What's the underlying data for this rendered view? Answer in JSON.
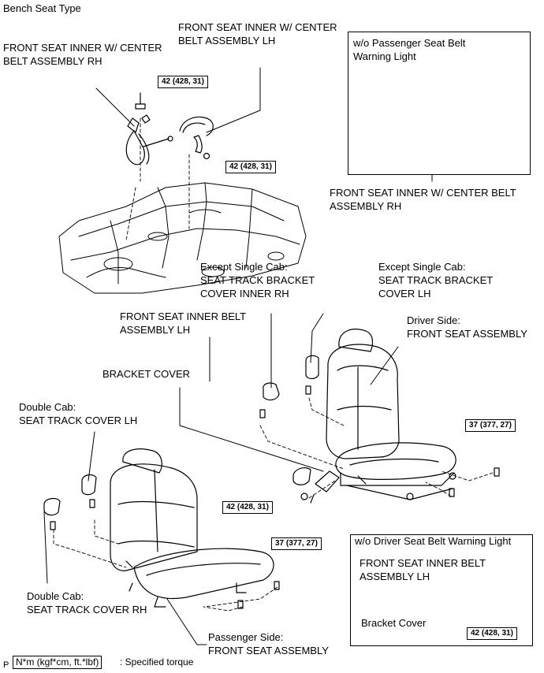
{
  "title": "Bench Seat Type",
  "labels": {
    "inner_center_rh": [
      "FRONT SEAT INNER W/ CENTER",
      "BELT ASSEMBLY RH"
    ],
    "inner_center_lh": [
      "FRONT SEAT INNER W/ CENTER",
      "BELT ASSEMBLY LH"
    ],
    "inset1_title": [
      "w/o Passenger Seat Belt",
      "Warning Light"
    ],
    "inset1_part": [
      "FRONT SEAT INNER W/ CENTER BELT",
      "ASSEMBLY RH"
    ],
    "track_cover_inner_rh": [
      "Except Single Cab:",
      "SEAT TRACK BRACKET",
      "COVER INNER RH"
    ],
    "track_cover_lh": [
      "Except Single Cab:",
      "SEAT TRACK BRACKET",
      "COVER LH"
    ],
    "inner_belt_lh": [
      "FRONT SEAT INNER BELT",
      "ASSEMBLY LH"
    ],
    "driver_seat": [
      "Driver Side:",
      "FRONT SEAT ASSEMBLY"
    ],
    "bracket_cover": "BRACKET COVER",
    "seat_track_cover_lh": [
      "Double Cab:",
      "SEAT TRACK COVER LH"
    ],
    "seat_track_cover_rh": [
      "Double  Cab:",
      "SEAT TRACK COVER RH"
    ],
    "passenger_seat": [
      "Passenger Side:",
      "FRONT SEAT ASSEMBLY"
    ],
    "inset2_title": "w/o Driver Seat Belt Warning Light",
    "inset2_part": [
      "FRONT SEAT INNER BELT",
      "ASSEMBLY LH"
    ],
    "inset2_bracket": "Bracket Cover"
  },
  "torques": {
    "t1": "42 (428, 31)",
    "t2": "42 (428, 31)",
    "t3": "37 (377, 27)",
    "t4": "42 (428, 31)",
    "t5": "37 (377, 27)",
    "t6": "42 (428, 31)"
  },
  "legend": {
    "marker": "P",
    "unit": "N*m (kgf*cm, ft.*lbf)",
    "text": ": Specified torque"
  }
}
